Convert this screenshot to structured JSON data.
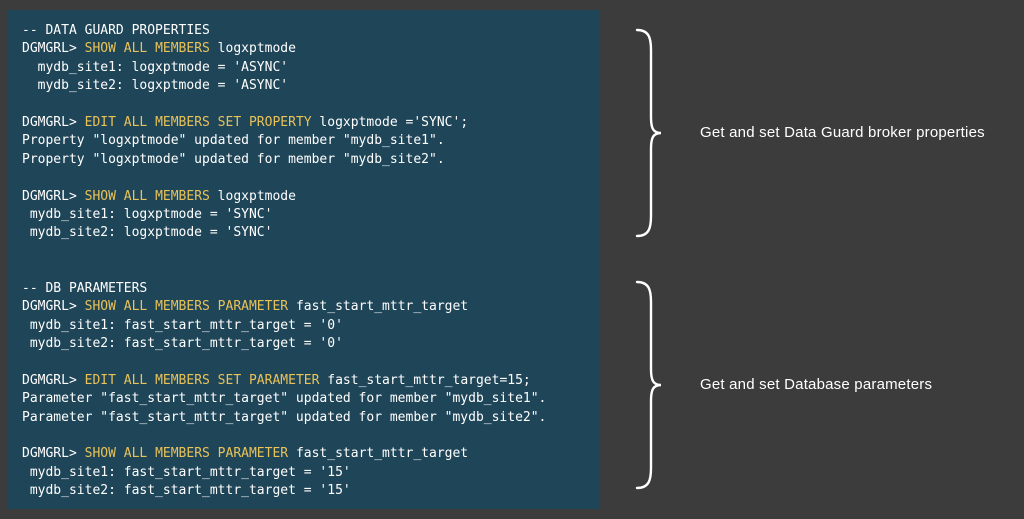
{
  "colors": {
    "page_bg": "#3c3c3c",
    "terminal_bg": "#1f4558",
    "text": "#ffffff",
    "keyword": "#e9c258"
  },
  "terminal": {
    "lines": [
      [
        {
          "t": "-- DATA GUARD PROPERTIES",
          "c": "w"
        }
      ],
      [
        {
          "t": "DGMGRL> ",
          "c": "w"
        },
        {
          "t": "SHOW ALL MEMBERS",
          "c": "k"
        },
        {
          "t": " logxptmode",
          "c": "w"
        }
      ],
      [
        {
          "t": "  mydb_site1: logxptmode = 'ASYNC'",
          "c": "w"
        }
      ],
      [
        {
          "t": "  mydb_site2: logxptmode = 'ASYNC'",
          "c": "w"
        }
      ],
      [],
      [
        {
          "t": "DGMGRL> ",
          "c": "w"
        },
        {
          "t": "EDIT ALL MEMBERS SET PROPERTY",
          "c": "k"
        },
        {
          "t": " logxptmode ='SYNC';",
          "c": "w"
        }
      ],
      [
        {
          "t": "Property \"logxptmode\" updated for member \"mydb_site1\".",
          "c": "w"
        }
      ],
      [
        {
          "t": "Property \"logxptmode\" updated for member \"mydb_site2\".",
          "c": "w"
        }
      ],
      [],
      [
        {
          "t": "DGMGRL> ",
          "c": "w"
        },
        {
          "t": "SHOW ALL MEMBERS",
          "c": "k"
        },
        {
          "t": " logxptmode",
          "c": "w"
        }
      ],
      [
        {
          "t": " mydb_site1: logxptmode = 'SYNC'",
          "c": "w"
        }
      ],
      [
        {
          "t": " mydb_site2: logxptmode = 'SYNC'",
          "c": "w"
        }
      ],
      [],
      [],
      [
        {
          "t": "-- DB PARAMETERS",
          "c": "w"
        }
      ],
      [
        {
          "t": "DGMGRL> ",
          "c": "w"
        },
        {
          "t": "SHOW ALL MEMBERS PARAMETER",
          "c": "k"
        },
        {
          "t": " fast_start_mttr_target",
          "c": "w"
        }
      ],
      [
        {
          "t": " mydb_site1: fast_start_mttr_target = '0'",
          "c": "w"
        }
      ],
      [
        {
          "t": " mydb_site2: fast_start_mttr_target = '0'",
          "c": "w"
        }
      ],
      [],
      [
        {
          "t": "DGMGRL> ",
          "c": "w"
        },
        {
          "t": "EDIT ALL MEMBERS SET PARAMETER",
          "c": "k"
        },
        {
          "t": " fast_start_mttr_target=15;",
          "c": "w"
        }
      ],
      [
        {
          "t": "Parameter \"fast_start_mttr_target\" updated for member \"mydb_site1\".",
          "c": "w"
        }
      ],
      [
        {
          "t": "Parameter \"fast_start_mttr_target\" updated for member \"mydb_site2\".",
          "c": "w"
        }
      ],
      [],
      [
        {
          "t": "DGMGRL> ",
          "c": "w"
        },
        {
          "t": "SHOW ALL MEMBERS PARAMETER",
          "c": "k"
        },
        {
          "t": " fast_start_mttr_target",
          "c": "w"
        }
      ],
      [
        {
          "t": " mydb_site1: fast_start_mttr_target = '15'",
          "c": "w"
        }
      ],
      [
        {
          "t": " mydb_site2: fast_start_mttr_target = '15'",
          "c": "w"
        }
      ]
    ]
  },
  "annotations": [
    {
      "label": "Get and set Data Guard broker properties"
    },
    {
      "label": "Get and set Database parameters"
    }
  ]
}
